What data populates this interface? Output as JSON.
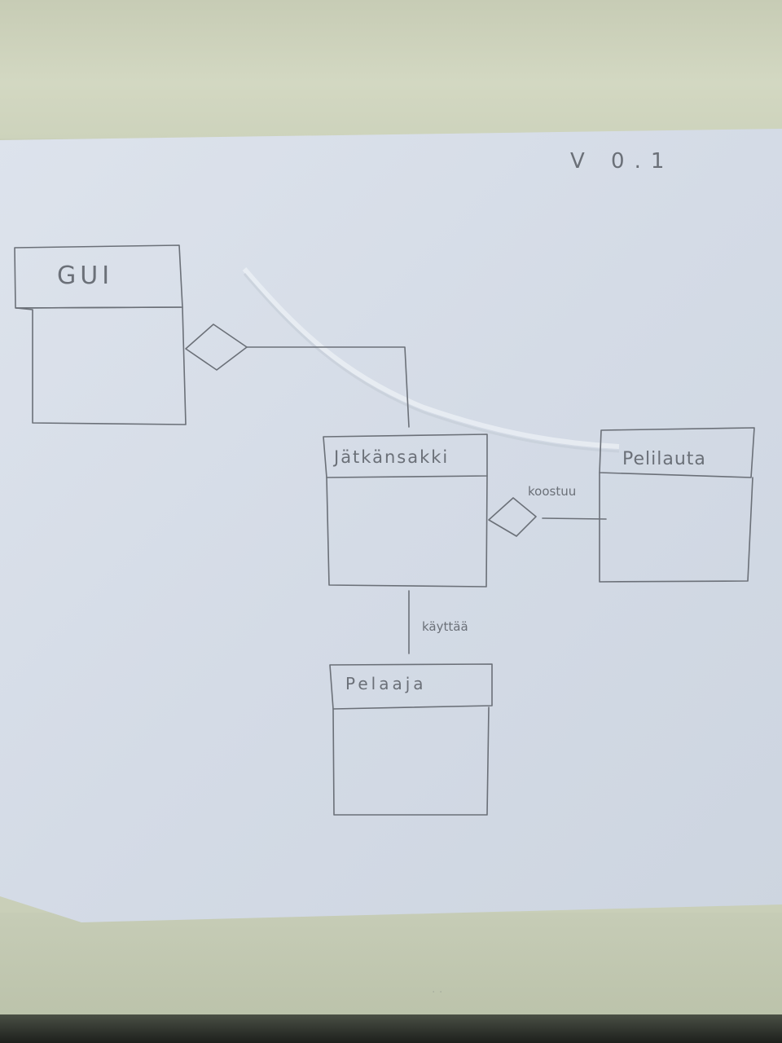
{
  "version_label": "V 0.1",
  "classes": [
    {
      "id": "gui",
      "name": "GUI"
    },
    {
      "id": "jatkansakki",
      "name": "Jätkänsakki"
    },
    {
      "id": "pelilauta",
      "name": "Pelilauta"
    },
    {
      "id": "pelaaja",
      "name": "Pelaaja"
    }
  ],
  "relations": [
    {
      "from": "jatkansakki",
      "to": "gui",
      "type": "aggregation",
      "label": ""
    },
    {
      "from": "pelilauta",
      "to": "jatkansakki",
      "type": "aggregation",
      "label": "koostuu"
    },
    {
      "from": "jatkansakki",
      "to": "pelaaja",
      "type": "association",
      "label": "käyttää"
    }
  ],
  "colors": {
    "paper": "#d6dde6",
    "pencil": "#6b7078",
    "table": "#c9cfb8"
  }
}
